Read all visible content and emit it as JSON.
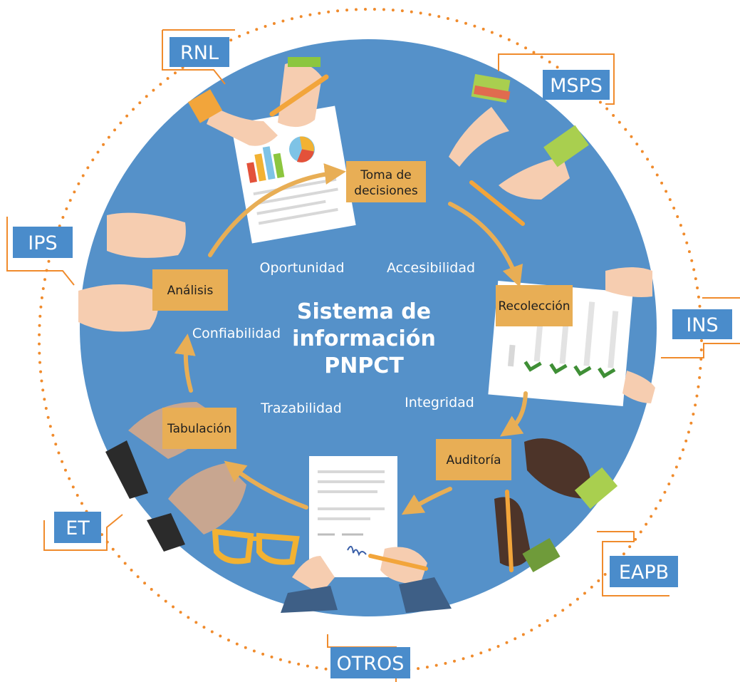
{
  "colors": {
    "circle": "#5591c9",
    "stage_box": "#e8ae55",
    "arrow": "#e8ae55",
    "actor_box": "#4a8ccb",
    "connector": "#f08b2c",
    "dotted_ring": "#f08b2c",
    "text_light": "#ffffff",
    "text_dark": "#1f1f1f"
  },
  "center": {
    "lines": [
      "Sistema de",
      "información",
      "PNPCT"
    ]
  },
  "stages": {
    "toma": [
      "Toma de",
      "decisiones"
    ],
    "recoleccion": "Recolección",
    "auditoria": "Auditoría",
    "tabulacion": "Tabulación",
    "analisis": "Análisis"
  },
  "qualities": {
    "oportunidad": "Oportunidad",
    "accesibilidad": "Accesibilidad",
    "confiabilidad": "Confiabilidad",
    "trazabilidad": "Trazabilidad",
    "integridad": "Integridad"
  },
  "actors": {
    "rnl": "RNL",
    "msps": "MSPS",
    "ips": "IPS",
    "ins": "INS",
    "et": "ET",
    "eapb": "EAPB",
    "otros": "OTROS"
  },
  "icons": [
    "hand-icon",
    "pencil-icon",
    "document-icon",
    "chart-icon",
    "checklist-icon",
    "glasses-icon",
    "signature-icon"
  ]
}
